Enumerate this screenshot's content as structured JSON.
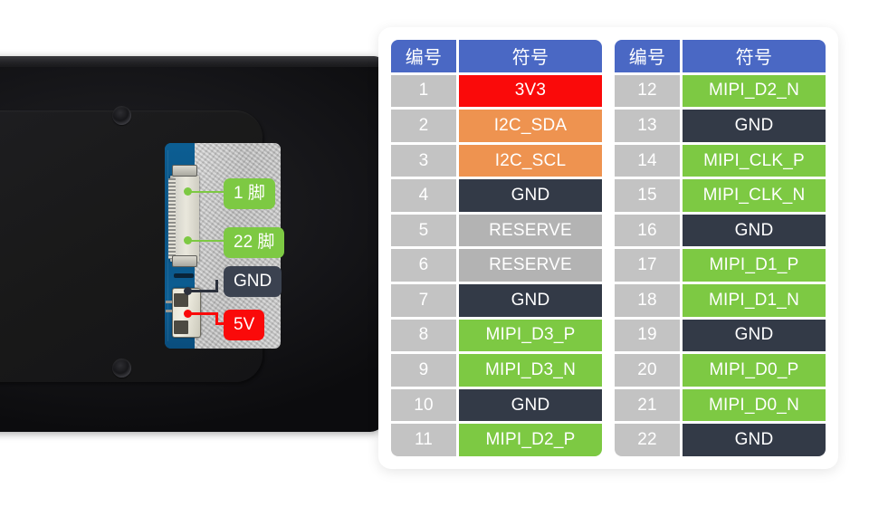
{
  "photo": {
    "alt_description": "display-back-panel-photo",
    "callouts": [
      {
        "id": "pin-1",
        "label": "1 脚",
        "style": "chip-green",
        "marker_color": "#7dc943"
      },
      {
        "id": "pin-22",
        "label": "22 脚",
        "style": "chip-green",
        "marker_color": "#7dc943"
      },
      {
        "id": "gnd",
        "label": "GND",
        "style": "chip-dark",
        "marker_color": "#2c313c"
      },
      {
        "id": "v5",
        "label": "5V",
        "style": "chip-red",
        "marker_color": "#fa0a0a"
      }
    ]
  },
  "colors": {
    "header_blue": "#4a68c4",
    "number_gray": "#c3c3c3",
    "power_red": "#fa0a0a",
    "i2c_orange": "#ee9350",
    "gnd_dark": "#333a47",
    "reserve_gray": "#b3b3b3",
    "mipi_green": "#7dc943",
    "card_white": "#ffffff"
  },
  "tables": [
    {
      "id": "pin-table-left",
      "headers": {
        "number": "编号",
        "symbol": "符号"
      },
      "rows": [
        {
          "number": "1",
          "symbol": "3V3",
          "color": "sym-red"
        },
        {
          "number": "2",
          "symbol": "I2C_SDA",
          "color": "sym-orange"
        },
        {
          "number": "3",
          "symbol": "I2C_SCL",
          "color": "sym-orange"
        },
        {
          "number": "4",
          "symbol": "GND",
          "color": "sym-dark"
        },
        {
          "number": "5",
          "symbol": "RESERVE",
          "color": "sym-gray"
        },
        {
          "number": "6",
          "symbol": "RESERVE",
          "color": "sym-gray"
        },
        {
          "number": "7",
          "symbol": "GND",
          "color": "sym-dark"
        },
        {
          "number": "8",
          "symbol": "MIPI_D3_P",
          "color": "sym-green"
        },
        {
          "number": "9",
          "symbol": "MIPI_D3_N",
          "color": "sym-green"
        },
        {
          "number": "10",
          "symbol": "GND",
          "color": "sym-dark"
        },
        {
          "number": "11",
          "symbol": "MIPI_D2_P",
          "color": "sym-green"
        }
      ]
    },
    {
      "id": "pin-table-right",
      "headers": {
        "number": "编号",
        "symbol": "符号"
      },
      "rows": [
        {
          "number": "12",
          "symbol": "MIPI_D2_N",
          "color": "sym-green"
        },
        {
          "number": "13",
          "symbol": "GND",
          "color": "sym-dark"
        },
        {
          "number": "14",
          "symbol": "MIPI_CLK_P",
          "color": "sym-green"
        },
        {
          "number": "15",
          "symbol": "MIPI_CLK_N",
          "color": "sym-green"
        },
        {
          "number": "16",
          "symbol": "GND",
          "color": "sym-dark"
        },
        {
          "number": "17",
          "symbol": "MIPI_D1_P",
          "color": "sym-green"
        },
        {
          "number": "18",
          "symbol": "MIPI_D1_N",
          "color": "sym-green"
        },
        {
          "number": "19",
          "symbol": "GND",
          "color": "sym-dark"
        },
        {
          "number": "20",
          "symbol": "MIPI_D0_P",
          "color": "sym-green"
        },
        {
          "number": "21",
          "symbol": "MIPI_D0_N",
          "color": "sym-green"
        },
        {
          "number": "22",
          "symbol": "GND",
          "color": "sym-dark"
        }
      ]
    }
  ]
}
